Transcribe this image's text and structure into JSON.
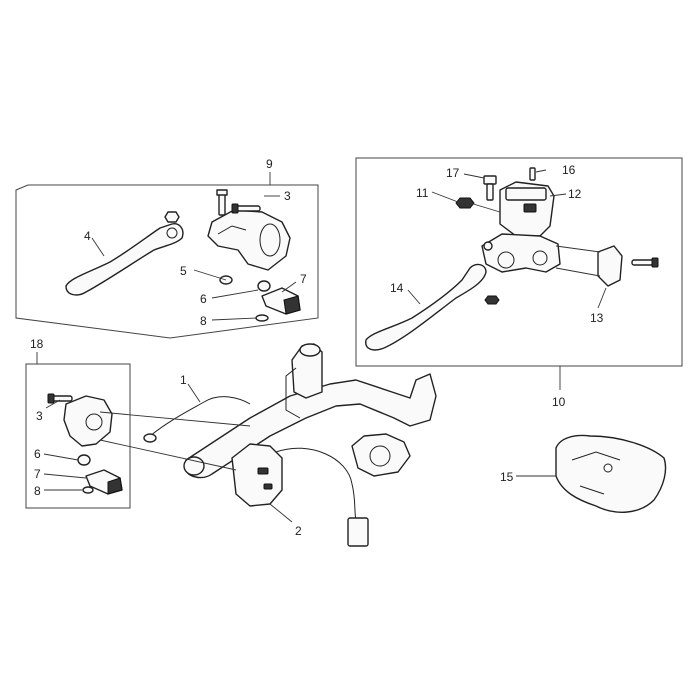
{
  "callouts": {
    "c1": "1",
    "c2": "2",
    "c3a": "3",
    "c3b": "3",
    "c4": "4",
    "c5": "5",
    "c6a": "6",
    "c6b": "6",
    "c7a": "7",
    "c7b": "7",
    "c8a": "8",
    "c8b": "8",
    "c9": "9",
    "c10": "10",
    "c11": "11",
    "c12": "12",
    "c13": "13",
    "c14": "14",
    "c15": "15",
    "c16": "16",
    "c17": "17",
    "c18": "18"
  },
  "icons": {
    "bolt": "bolt-icon",
    "nut": "nut-icon",
    "washer": "washer-icon"
  }
}
